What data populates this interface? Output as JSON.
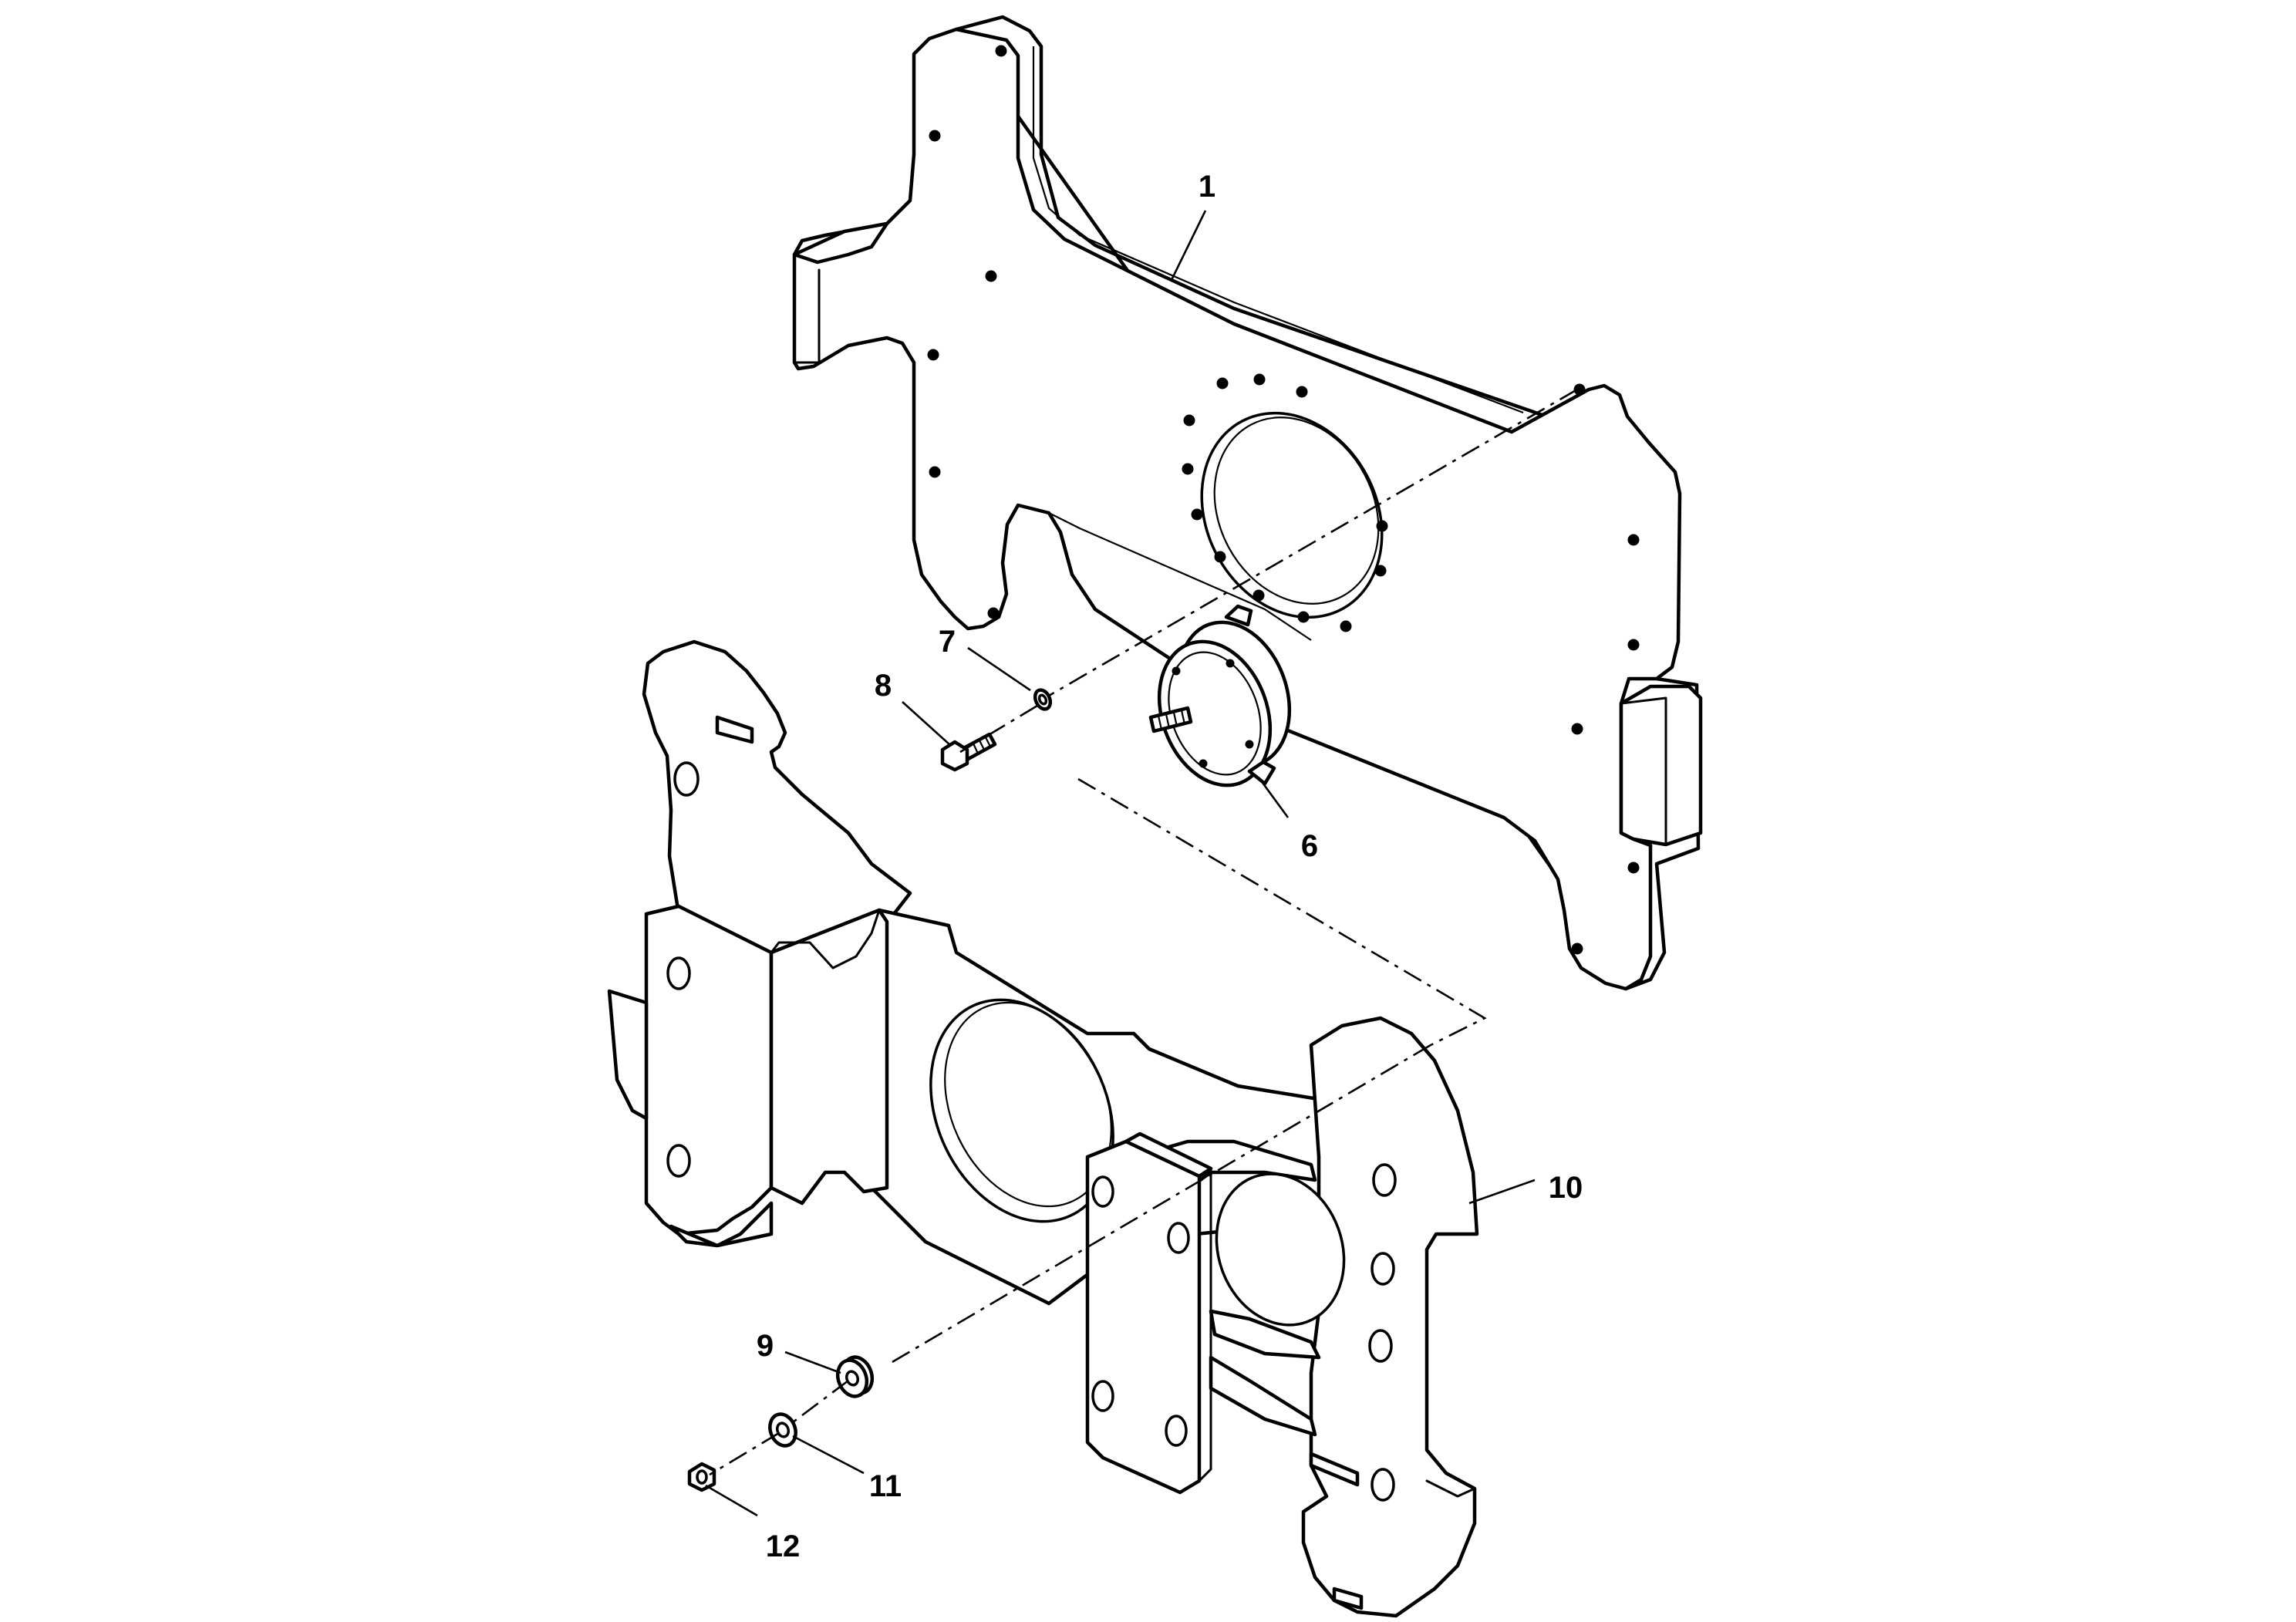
{
  "figure": {
    "type": "exploded parts diagram",
    "line_color": "#000000",
    "background_color": "#ffffff"
  },
  "callouts": {
    "c1": "1",
    "c6": "6",
    "c7": "7",
    "c8": "8",
    "c9": "9",
    "c10": "10",
    "c11": "11",
    "c12": "12"
  }
}
